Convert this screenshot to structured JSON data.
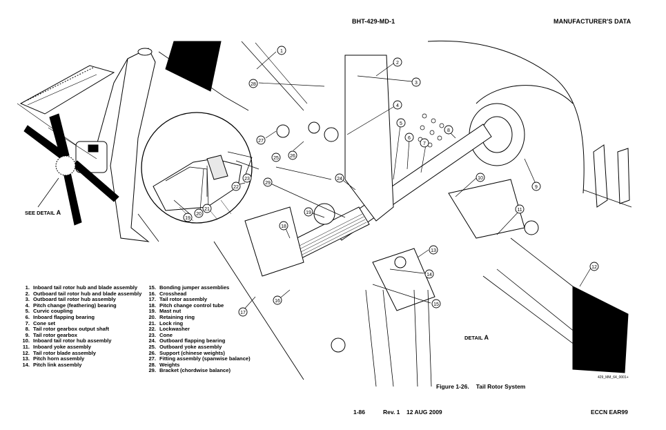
{
  "header": {
    "document_id": "BHT-429-MD-1",
    "section": "MANUFACTURER'S DATA"
  },
  "figure": {
    "number": "Figure 1-26.",
    "title": "Tail Rotor System",
    "drawing_code": "429_MM_64_0001+",
    "labels": {
      "see_detail_prefix": "SEE DETAIL",
      "detail_prefix": "DETAIL",
      "detail_letter": "A"
    },
    "callouts": [
      "1",
      "2",
      "3",
      "4",
      "5",
      "6",
      "7",
      "8",
      "9",
      "10",
      "11",
      "12",
      "13",
      "14",
      "15",
      "16",
      "17",
      "18",
      "19",
      "20",
      "21",
      "22",
      "23",
      "24",
      "25",
      "26",
      "27",
      "28",
      "29"
    ]
  },
  "legend": {
    "column_1": [
      {
        "num": "1.",
        "label": "Inboard tail rotor hub and blade assembly"
      },
      {
        "num": "2.",
        "label": "Outboard tail rotor hub and blade assembly"
      },
      {
        "num": "3.",
        "label": "Outboard tail rotor hub assembly"
      },
      {
        "num": "4.",
        "label": "Pitch change (feathering) bearing"
      },
      {
        "num": "5.",
        "label": "Curvic coupling"
      },
      {
        "num": "6.",
        "label": "Inboard flapping bearing"
      },
      {
        "num": "7.",
        "label": "Cone set"
      },
      {
        "num": "8.",
        "label": "Tail rotor gearbox output shaft"
      },
      {
        "num": "9.",
        "label": "Tail rotor gearbox"
      },
      {
        "num": "10.",
        "label": "Inboard tail rotor hub assembly"
      },
      {
        "num": "11.",
        "label": "Inboard yoke assembly"
      },
      {
        "num": "12.",
        "label": "Tail rotor blade assembly"
      },
      {
        "num": "13.",
        "label": "Pitch horn assembly"
      },
      {
        "num": "14.",
        "label": "Pitch link assembly"
      }
    ],
    "column_2": [
      {
        "num": "15.",
        "label": "Bonding jumper assemblies"
      },
      {
        "num": "16.",
        "label": "Crosshead"
      },
      {
        "num": "17.",
        "label": "Tail rotor assembly"
      },
      {
        "num": "18.",
        "label": "Pitch change control tube"
      },
      {
        "num": "19.",
        "label": "Mast nut"
      },
      {
        "num": "20.",
        "label": "Retaining ring"
      },
      {
        "num": "21.",
        "label": "Lock ring"
      },
      {
        "num": "22.",
        "label": "Lockwasher"
      },
      {
        "num": "23.",
        "label": "Cone"
      },
      {
        "num": "24.",
        "label": "Outboard flapping bearing"
      },
      {
        "num": "25.",
        "label": "Outboard yoke assembly"
      },
      {
        "num": "26.",
        "label": "Support (chinese weights)"
      },
      {
        "num": "27.",
        "label": "Fitting assembly (spanwise balance)"
      },
      {
        "num": "28.",
        "label": "Weights"
      },
      {
        "num": "29.",
        "label": "Bracket (chordwise balance)"
      }
    ]
  },
  "footer": {
    "page": "1-86",
    "revision": "Rev. 1",
    "date": "12 AUG 2009",
    "export_control": "ECCN EAR99"
  }
}
